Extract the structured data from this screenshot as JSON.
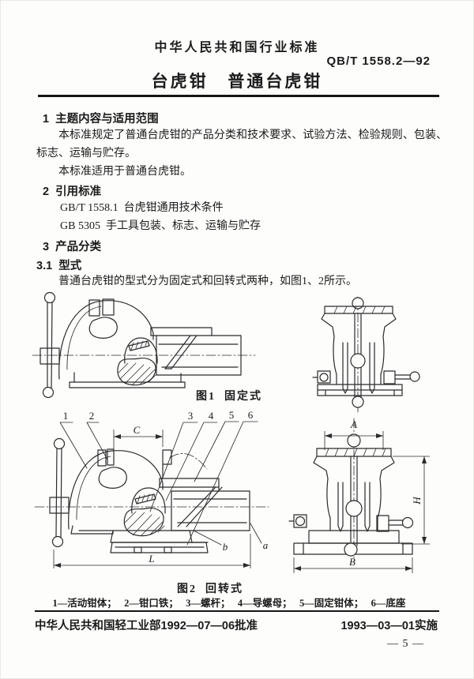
{
  "document": {
    "header": {
      "standard_category": "中华人民共和国行业标准",
      "standard_number": "QB/T 1558.2—92",
      "title": "台虎钳   普通台虎钳"
    },
    "section1": {
      "heading": "1  主题内容与适用范围",
      "para1": "本标准规定了普通台虎钳的产品分类和技术要求、试验方法、检验规则、包装、标志、运输与贮存。",
      "para2": "本标准适用于普通台虎钳。"
    },
    "section2": {
      "heading": "2  引用标准",
      "ref1": "GB/T 1558.1  台虎钳通用技术条件",
      "ref2": "GB 5305  手工具包装、标志、运输与贮存"
    },
    "section3": {
      "heading": "3  产品分类",
      "sub_heading": "3.1  型式",
      "para1": "普通台虎钳的型式分为固定式和回转式两种，如图1、2所示。"
    },
    "figure1": {
      "caption": "图1  固定式"
    },
    "figure2": {
      "caption": "图2  回转式",
      "legend": "1—活动钳体；   2—钳口铁；   3—螺杆；   4—导螺母；   5—固定钳体；   6—底座",
      "labels": {
        "n1": "1",
        "n2": "2",
        "n3": "3",
        "n4": "4",
        "n5": "5",
        "n6": "6",
        "dim_c": "C",
        "dim_l": "L",
        "dim_a": "a",
        "dim_b": "b",
        "dim_A": "A",
        "dim_B": "B",
        "dim_H": "H"
      }
    },
    "footer": {
      "approval": "中华人民共和国轻工业部1992—07—06批准",
      "implementation": "1993—03—01实施",
      "page_number": "— 5 —"
    }
  }
}
